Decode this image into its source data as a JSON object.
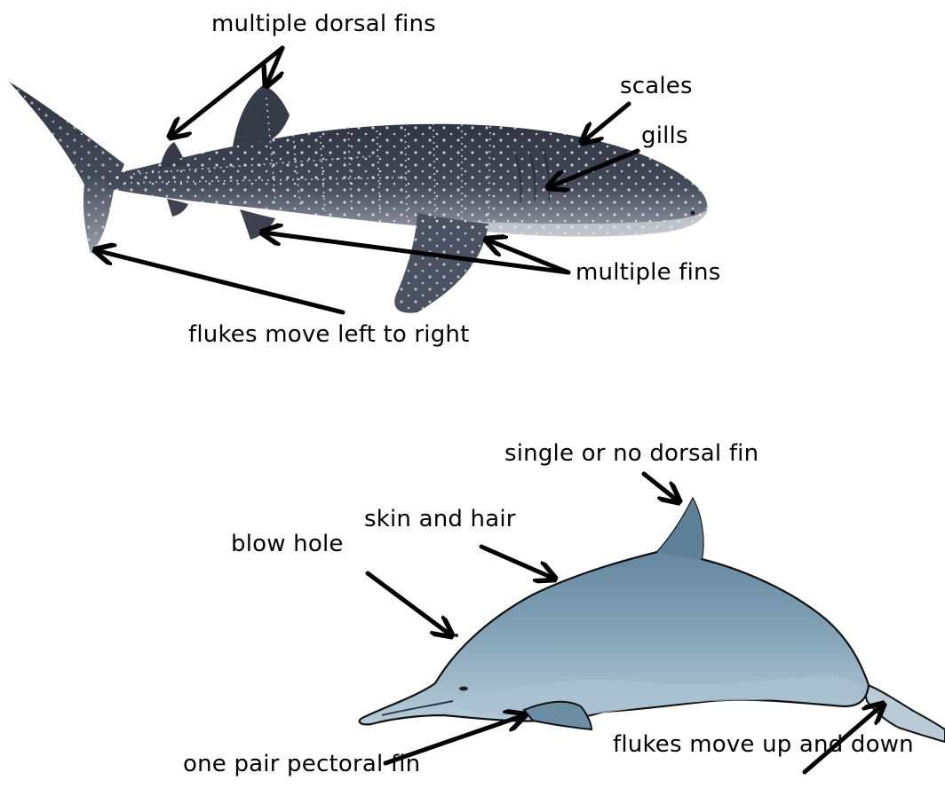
{
  "colors": {
    "background": "#ffffff",
    "arrow": "#000000",
    "shark_body": "#3a4150",
    "shark_belly": "#c9ccd2",
    "shark_spots": "#e9edf2",
    "dolphin_body": "#6f92aa",
    "dolphin_belly": "#a9c1cf",
    "dolphin_outline": "#111111"
  },
  "illustrations": {
    "top": "whale-shark",
    "bottom": "dolphin"
  },
  "labels": {
    "multiple_dorsal_fins": "multiple dorsal fins",
    "scales": "scales",
    "gills": "gills",
    "multiple_fins": "multiple fins",
    "flukes_left_right": "flukes move left to right",
    "single_dorsal_fin": "single or no dorsal fin",
    "skin_and_hair": "skin and hair",
    "blow_hole": "blow hole",
    "one_pair_pectoral_fin": "one pair pectoral fin",
    "flukes_up_down": "flukes move up and down"
  }
}
